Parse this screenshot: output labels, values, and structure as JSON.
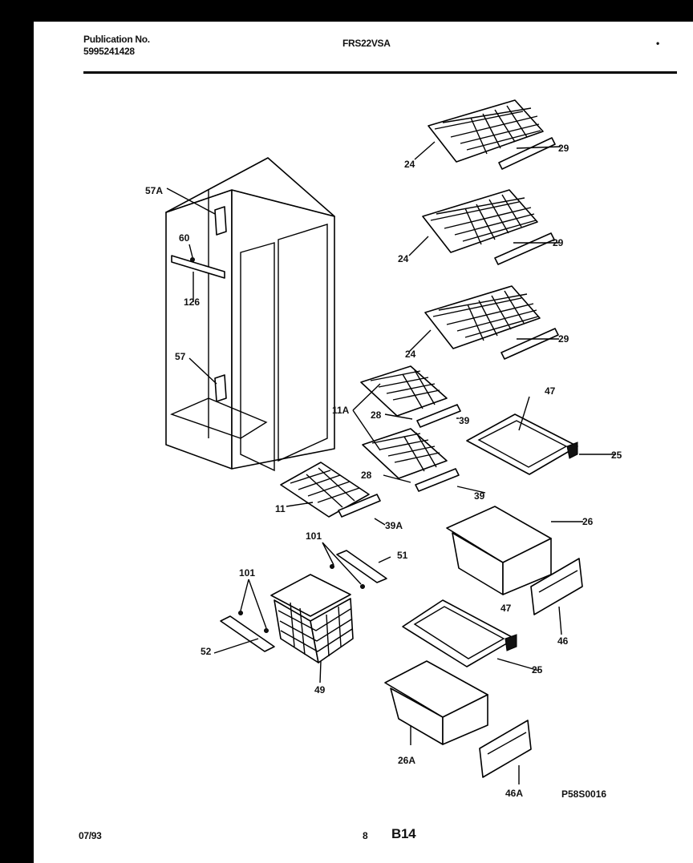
{
  "header": {
    "publication_label": "Publication No.",
    "publication_number": "5995241428",
    "model": "FRS22VSA",
    "dot": "•"
  },
  "footer": {
    "date": "07/93",
    "page": "8",
    "section": "B14"
  },
  "figure": {
    "code": "P58S0016",
    "callouts": [
      "57A",
      "60",
      "126",
      "57",
      "24",
      "29",
      "24",
      "29",
      "24",
      "29",
      "11A",
      "28",
      "39",
      "47",
      "25",
      "28",
      "39",
      "11",
      "39A",
      "26",
      "101",
      "51",
      "101",
      "47",
      "46",
      "52",
      "49",
      "25",
      "26A",
      "46A"
    ]
  }
}
